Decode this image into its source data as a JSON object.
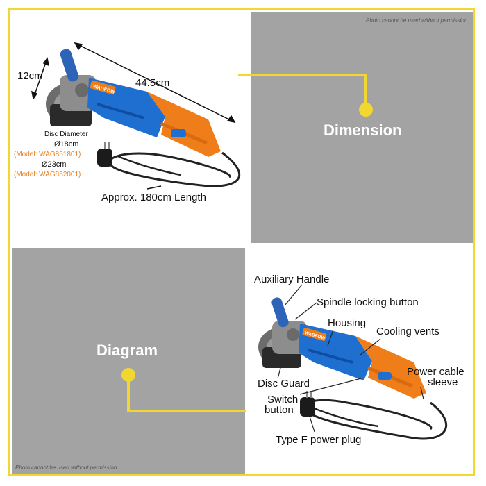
{
  "permission_note": "Photo cannot be used without permission",
  "dimension_label": "Dimension",
  "diagram_label": "Diagram",
  "brand": "WADFOW",
  "dimensions": {
    "height": "12cm",
    "length": "44.5cm",
    "disc_title": "Disc Diameter",
    "disc_18": "Ø18cm",
    "model_1": "(Model: WAG851801)",
    "disc_23": "Ø23cm",
    "model_2": "(Model: WAG852001)",
    "cable": "Approx. 180cm Length"
  },
  "parts": {
    "auxiliary_handle": "Auxiliary Handle",
    "spindle_lock": "Spindle locking button",
    "housing": "Housing",
    "cooling_vents": "Cooling vents",
    "power_sleeve_1": "Power cable",
    "power_sleeve_2": "sleeve",
    "disc_guard": "Disc Guard",
    "switch_1": "Switch",
    "switch_2": "button",
    "plug": "Type F power plug"
  },
  "colors": {
    "accent_yellow": "#f3d731",
    "body_blue": "#1f6fd1",
    "body_orange": "#ef7d1a",
    "gray_panel": "#a3a3a3"
  }
}
